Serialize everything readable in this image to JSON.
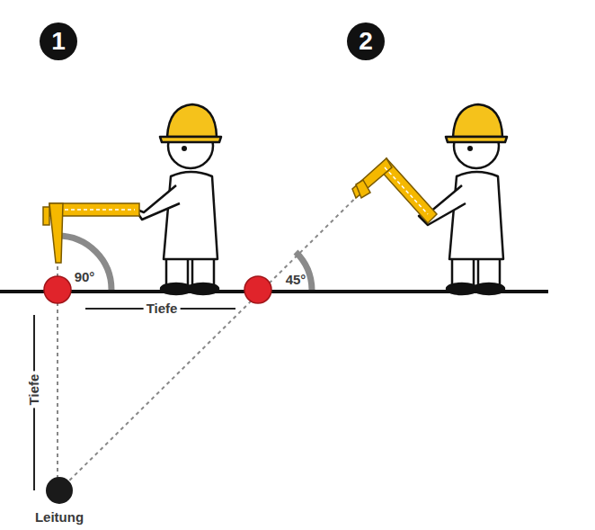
{
  "diagram": {
    "nodes": [
      {
        "text": [
          "1"
        ]
      },
      {
        "text": [
          "2"
        ]
      }
    ],
    "labels": [
      "90°",
      "Tiefe",
      "45°",
      "Tiefe",
      "Leitung"
    ]
  }
}
